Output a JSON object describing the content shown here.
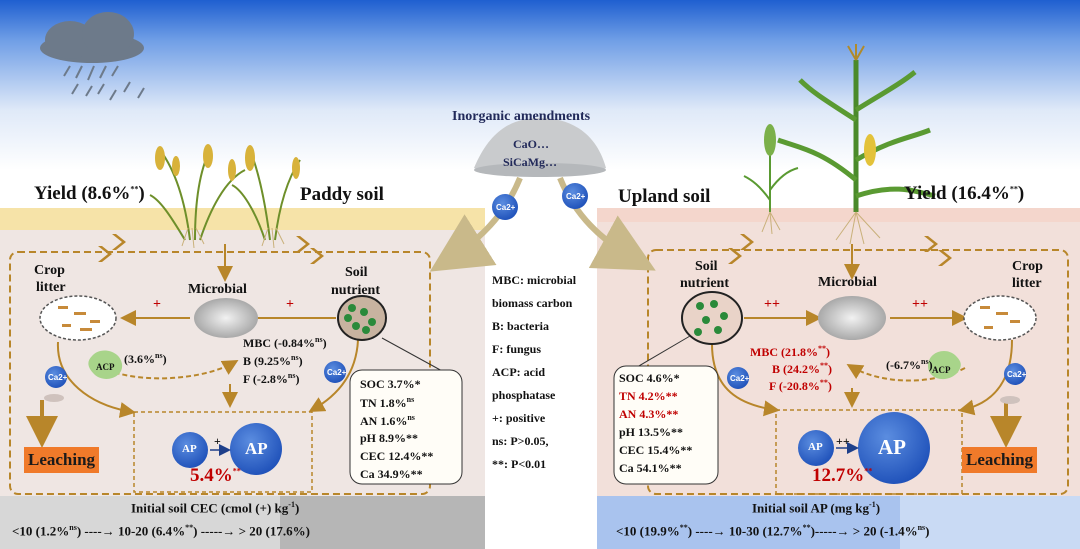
{
  "top": {
    "amendments_title": "Inorganic amendments",
    "amendment_1": "CaO…",
    "amendment_2": "SiCaMg…"
  },
  "ca_label": "Ca2+",
  "legend": [
    "MBC: microbial",
    "biomass carbon",
    "B: bacteria",
    "F: fungus",
    "ACP: acid",
    "phosphatase",
    "+: positive",
    "ns: P>0.05,",
    "**:   P<0.01"
  ],
  "paddy": {
    "yield": "Yield (8.6%",
    "yield_sup": "**",
    "yield_close": ")",
    "title": "Paddy soil",
    "crop_litter_1": "Crop",
    "crop_litter_2": "litter",
    "microbial": "Microbial",
    "soil_nutrient_1": "Soil",
    "soil_nutrient_2": "nutrient",
    "plus_1": "+",
    "plus_2": "+",
    "mbc": "MBC (-0.84%",
    "mbc_sup": "ns",
    "b": "B (9.25%",
    "b_sup": "ns",
    "f": "F (-2.8%",
    "f_sup": "ns",
    "acp_effect": "(3.6%",
    "acp_sup": "ns",
    "acp": "ACP",
    "nutrients": [
      {
        "t": "SOC 3.7%*",
        "sup": ""
      },
      {
        "t": "TN 1.8%",
        "sup": "ns"
      },
      {
        "t": "AN 1.6%",
        "sup": "ns"
      },
      {
        "t": "pH 8.9%**",
        "sup": ""
      },
      {
        "t": "CEC 12.4%**",
        "sup": ""
      },
      {
        "t": "Ca 34.9%**",
        "sup": ""
      }
    ],
    "ap_small": "AP",
    "ap_big": "AP",
    "ap_plus": "+",
    "ap_effect": "5.4%",
    "ap_effect_sup": "**",
    "leaching": "Leaching",
    "bar_title": "Initial soil CEC (cmol (+) kg",
    "bar_title_sup": "-1",
    "bar_title_close": ")",
    "bar_row": [
      "<10 (1.2%",
      "ns",
      ") ----→ 10-20 (6.4%",
      "**",
      ") -----→  > 20 (17.6%)"
    ]
  },
  "upland": {
    "title": "Upland soil",
    "yield": "Yield (16.4%",
    "yield_sup": "**",
    "yield_close": ")",
    "soil_nutrient_1": "Soil",
    "soil_nutrient_2": "nutrient",
    "microbial": "Microbial",
    "crop_litter_1": "Crop",
    "crop_litter_2": "litter",
    "plus_1": "++",
    "plus_2": "++",
    "mbc": "MBC (21.8%",
    "mbc_sup": "**",
    "b": "B (24.2%",
    "b_sup": "**",
    "f": "F (-20.8%",
    "f_sup": "**",
    "acp_effect": "(-6.7%",
    "acp_sup": "ns",
    "acp": "ACP",
    "nutrients": [
      {
        "t": "SOC 4.6%*",
        "red": false
      },
      {
        "t": "TN 4.2%**",
        "red": true
      },
      {
        "t": "AN 4.3%**",
        "red": true
      },
      {
        "t": "pH 13.5%**",
        "red": false
      },
      {
        "t": "CEC 15.4%**",
        "red": false
      },
      {
        "t": "Ca 54.1%**",
        "red": false
      }
    ],
    "ap_small": "AP",
    "ap_big": "AP",
    "ap_plus": "++",
    "ap_effect": "12.7%",
    "ap_effect_sup": "**",
    "leaching": "Leaching",
    "bar_title": "Initial soil AP (mg kg",
    "bar_title_sup": "-1",
    "bar_title_close": ")",
    "bar_row": [
      "<10 (19.9%",
      "**",
      ") ----→ 10-30 (12.7%",
      "**",
      ")-----→   > 20 (-1.4%",
      "ns",
      ")"
    ]
  }
}
